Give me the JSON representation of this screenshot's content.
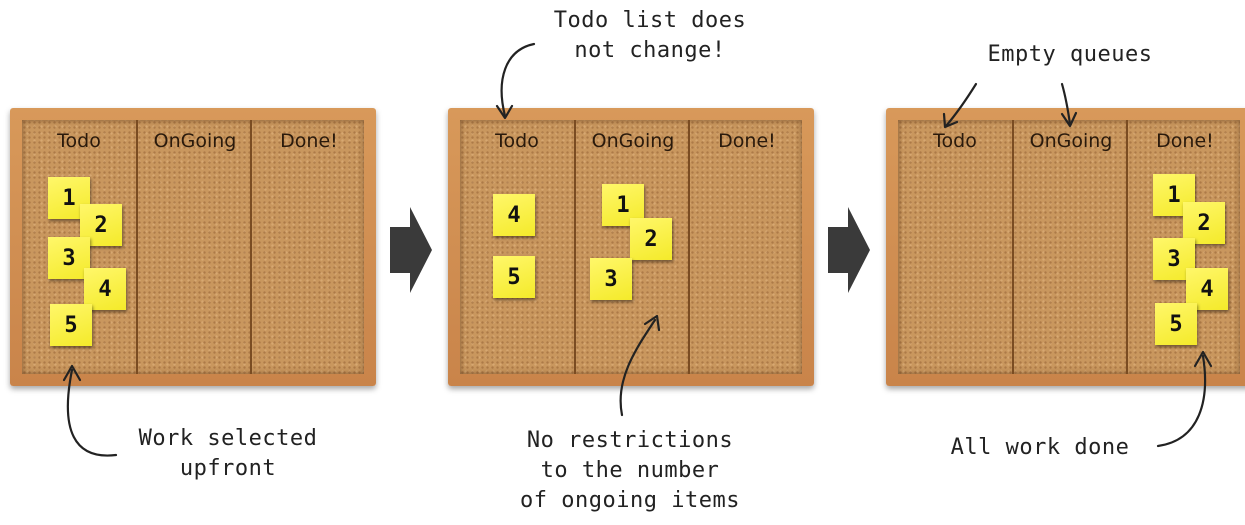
{
  "boards": [
    {
      "columns": [
        "Todo",
        "OnGoing",
        "Done!"
      ],
      "notes": [
        "1",
        "2",
        "3",
        "4",
        "5"
      ]
    },
    {
      "columns": [
        "Todo",
        "OnGoing",
        "Done!"
      ],
      "notes": [
        "4",
        "5",
        "1",
        "2",
        "3"
      ]
    },
    {
      "columns": [
        "Todo",
        "OnGoing",
        "Done!"
      ],
      "notes": [
        "1",
        "2",
        "3",
        "4",
        "5"
      ]
    }
  ],
  "annotations": {
    "top_middle": [
      "Todo list does",
      "not change!"
    ],
    "top_right": "Empty queues",
    "bottom_left": [
      "Work selected",
      "upfront"
    ],
    "bottom_middle": [
      "No restrictions",
      "to the number",
      "of ongoing items"
    ],
    "bottom_right": "All work done"
  },
  "colors": {
    "frame": "#c9844a",
    "cork": "#c9975e",
    "sticky_note": "#f4ea2a",
    "arrow": "#3a3a3a"
  }
}
